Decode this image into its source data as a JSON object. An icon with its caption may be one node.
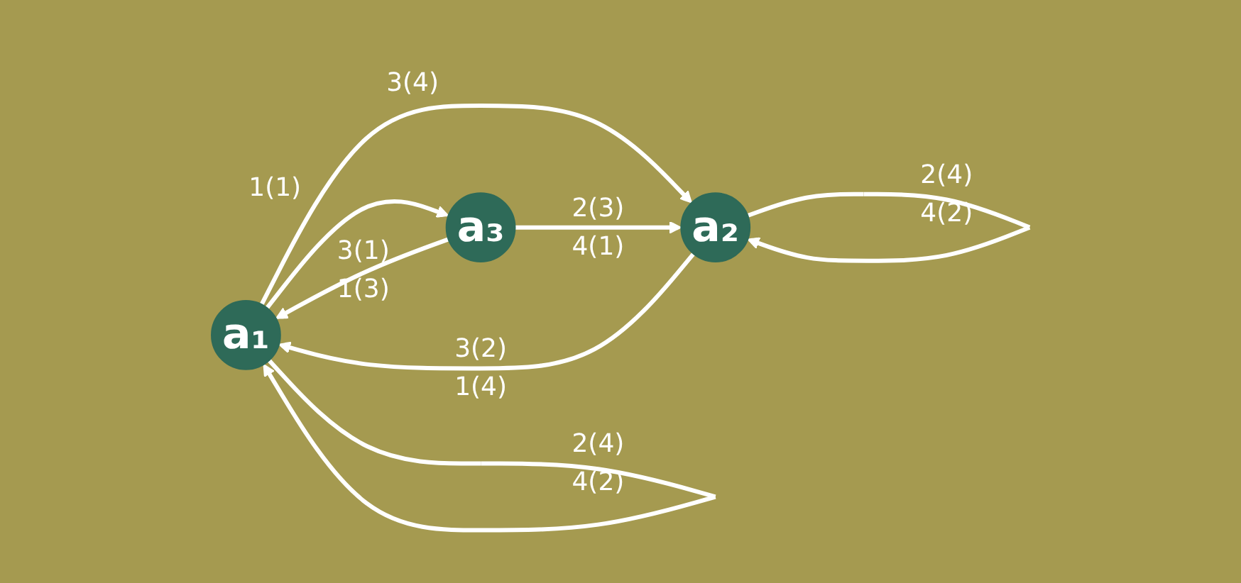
{
  "diagram": {
    "nodes": [
      {
        "text": [
          "a₁"
        ]
      },
      {
        "text": [
          "a₂"
        ]
      },
      {
        "text": [
          "a₃"
        ]
      }
    ],
    "edges": [
      {
        "from": 0,
        "to": 0,
        "arrow": "to",
        "label": "2(4) 4(2)"
      },
      {
        "from": 0,
        "to": 1,
        "arrow": "to",
        "label": "3(4)"
      },
      {
        "from": 1,
        "to": 1,
        "arrow": "to",
        "label": "2(4) 4(2)"
      },
      {
        "from": 1,
        "to": 0,
        "arrow": "to",
        "label": "3(2) 1(4)"
      },
      {
        "from": 0,
        "to": 2,
        "arrow": "to",
        "label": "1(1)"
      },
      {
        "from": 2,
        "to": 0,
        "arrow": "to",
        "label": "3(1) 1(3)"
      },
      {
        "from": 2,
        "to": 1,
        "arrow": "to",
        "label": "2(3) 4(1)"
      }
    ]
  }
}
